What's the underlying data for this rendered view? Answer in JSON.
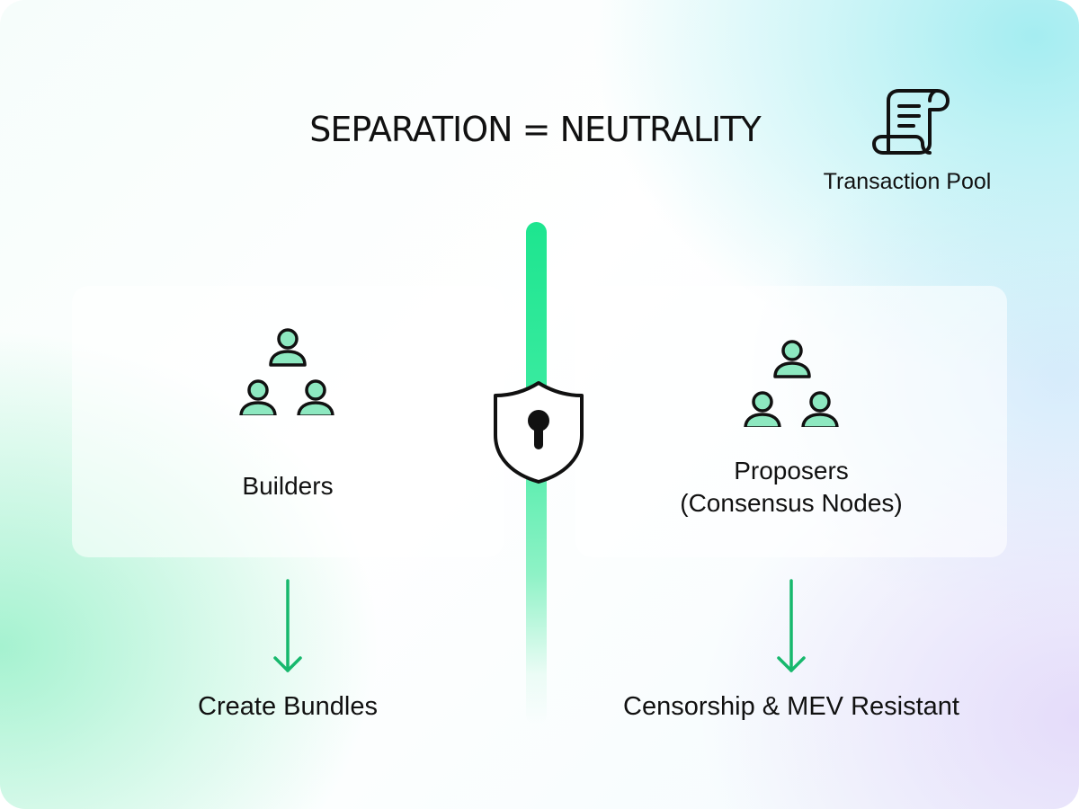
{
  "title": "SEPARATION = NEUTRALITY",
  "transaction_pool": {
    "label": "Transaction Pool",
    "icon": "scroll-icon"
  },
  "builders": {
    "label": "Builders",
    "icon": "people-group-icon",
    "outcome": "Create Bundles"
  },
  "proposers": {
    "label_line1": "Proposers",
    "label_line2": "(Consensus Nodes)",
    "icon": "people-group-icon",
    "outcome": "Censorship & MEV Resistant"
  },
  "separator": {
    "icon": "shield-lock-icon"
  },
  "colors": {
    "accent": "#1de58f",
    "person_fill": "#8de8c0",
    "arrow": "#17b86d",
    "text": "#111111"
  }
}
